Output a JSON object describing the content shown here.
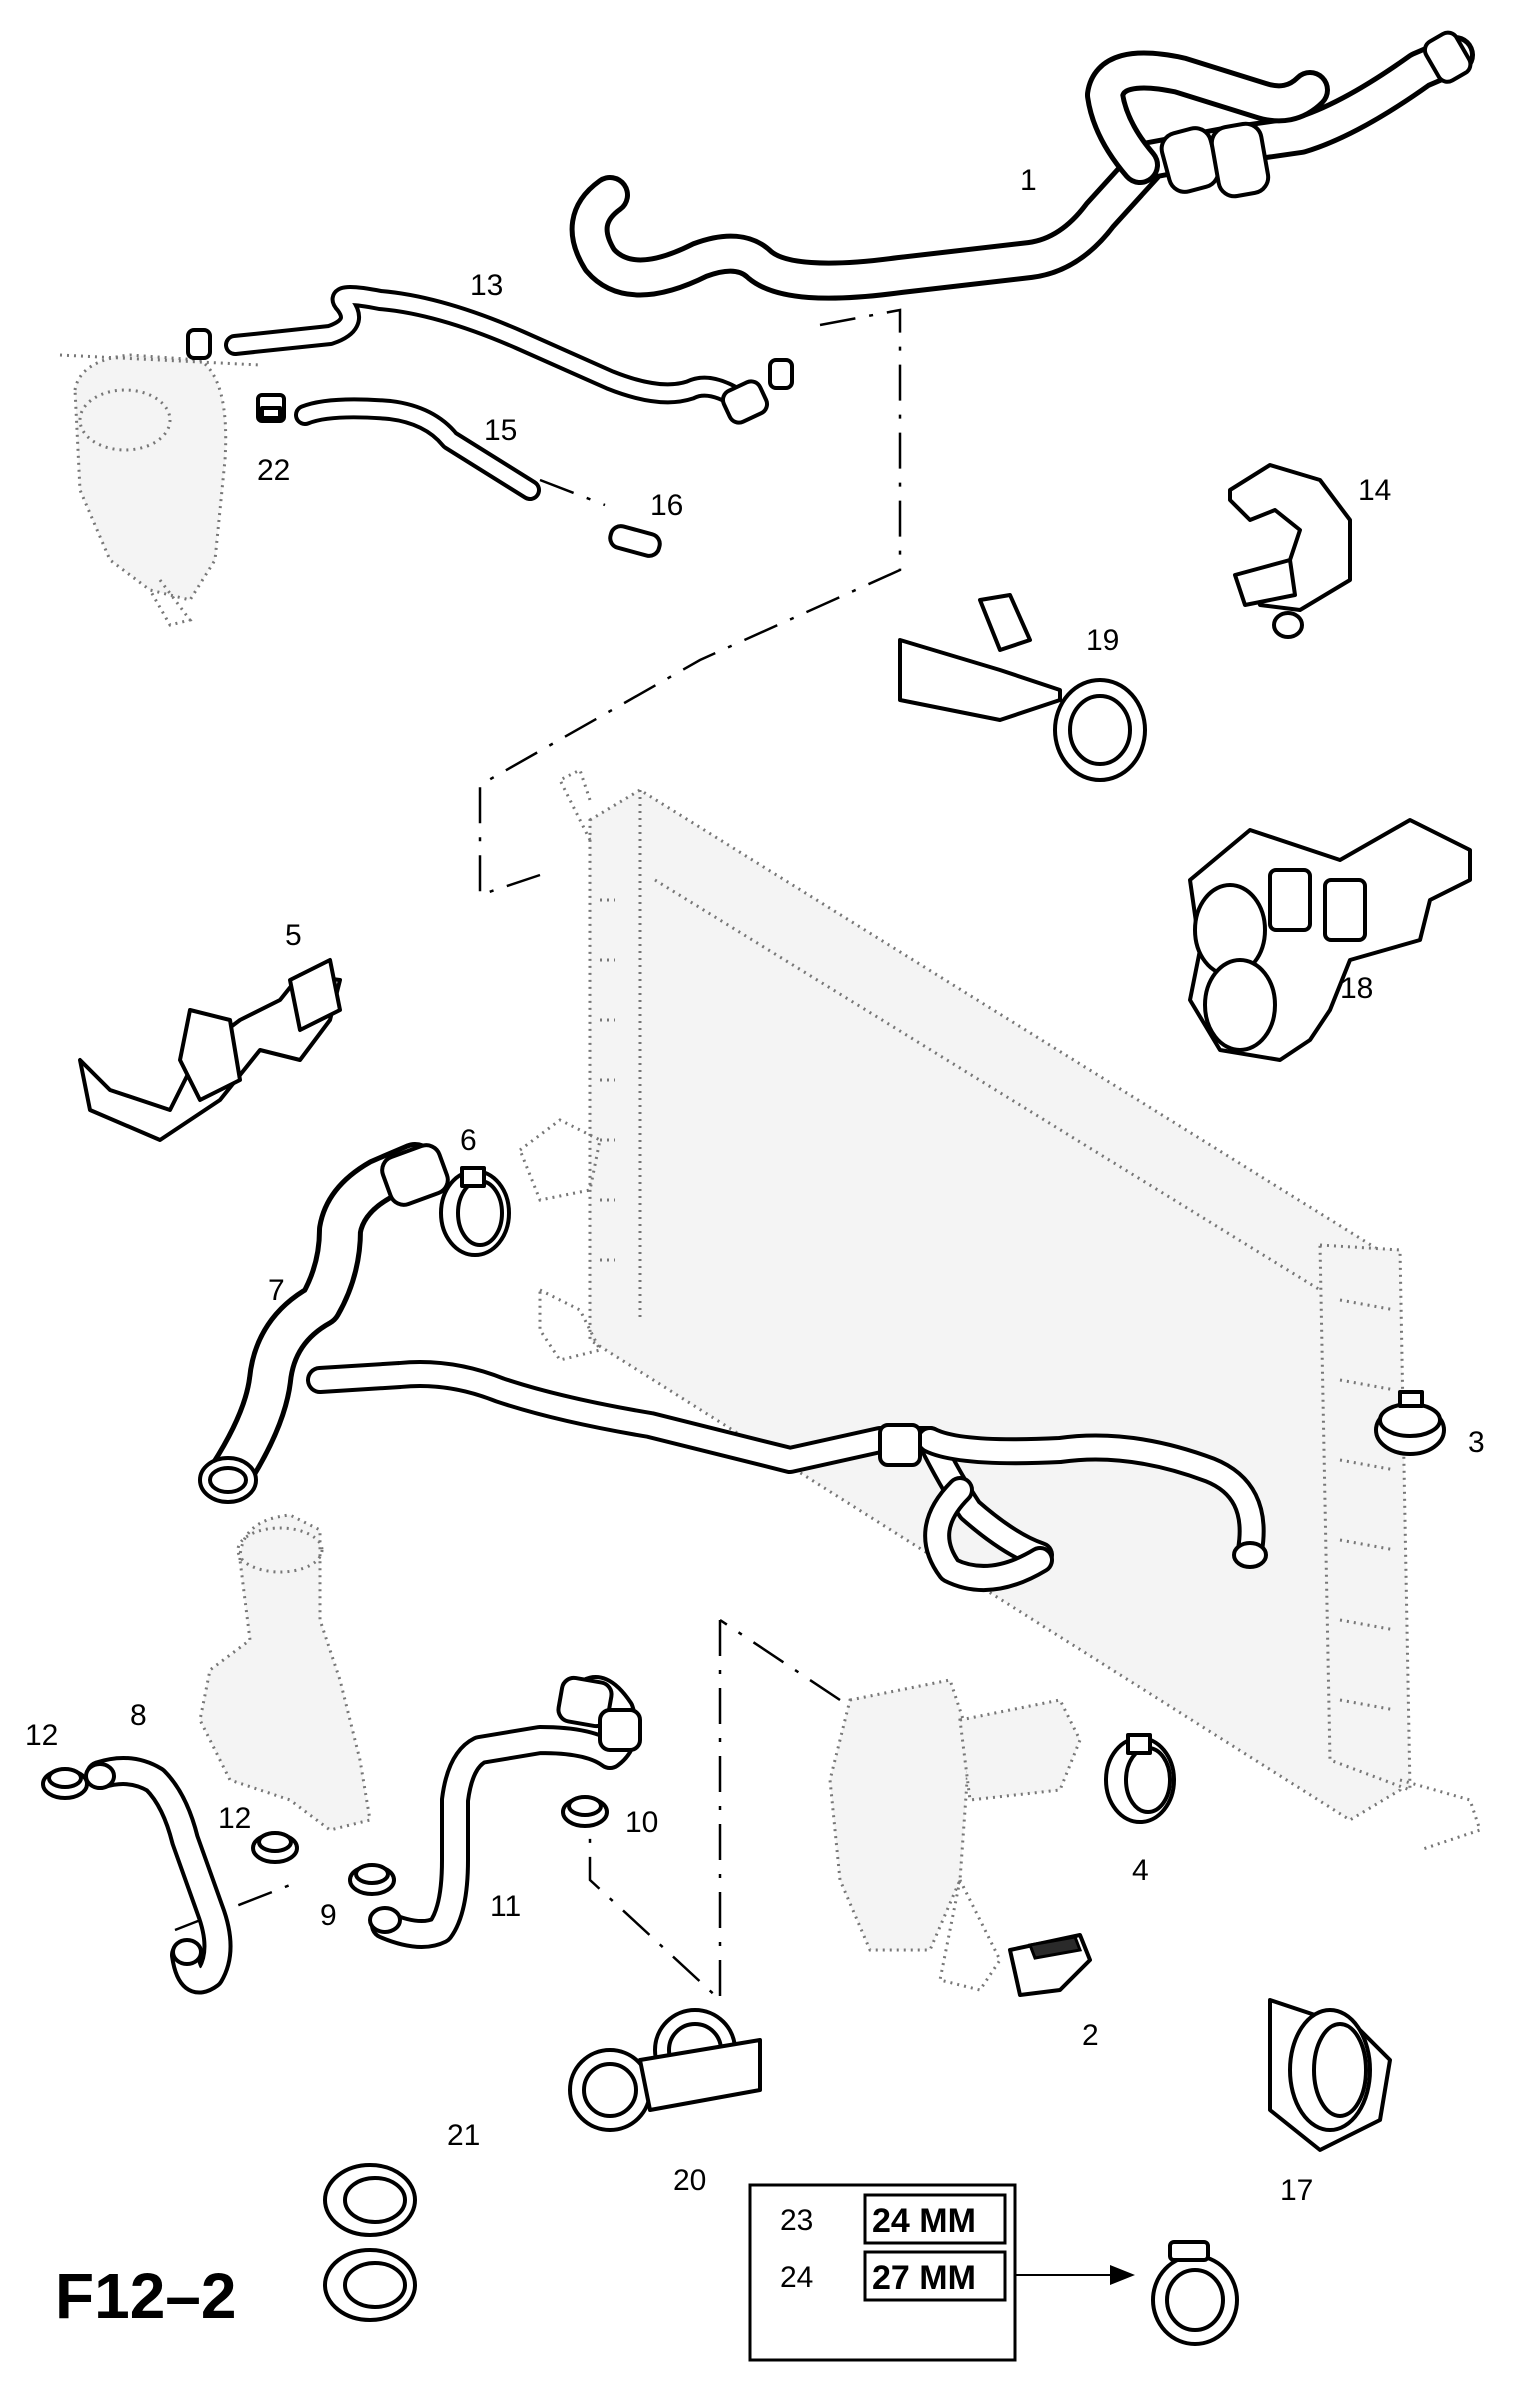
{
  "diagram_code": "F12–2",
  "callouts": {
    "p1": "1",
    "p2": "2",
    "p3": "3",
    "p4": "4",
    "p5": "5",
    "p6": "6",
    "p7": "7",
    "p8": "8",
    "p9": "9",
    "p10": "10",
    "p11": "11",
    "p12a": "12",
    "p12b": "12",
    "p13": "13",
    "p14": "14",
    "p15": "15",
    "p16": "16",
    "p17": "17",
    "p18": "18",
    "p19": "19",
    "p20": "20",
    "p21": "21",
    "p22": "22"
  },
  "size_table": {
    "rows": [
      {
        "ref": "23",
        "size": "24 MM"
      },
      {
        "ref": "24",
        "size": "27 MM"
      }
    ]
  }
}
